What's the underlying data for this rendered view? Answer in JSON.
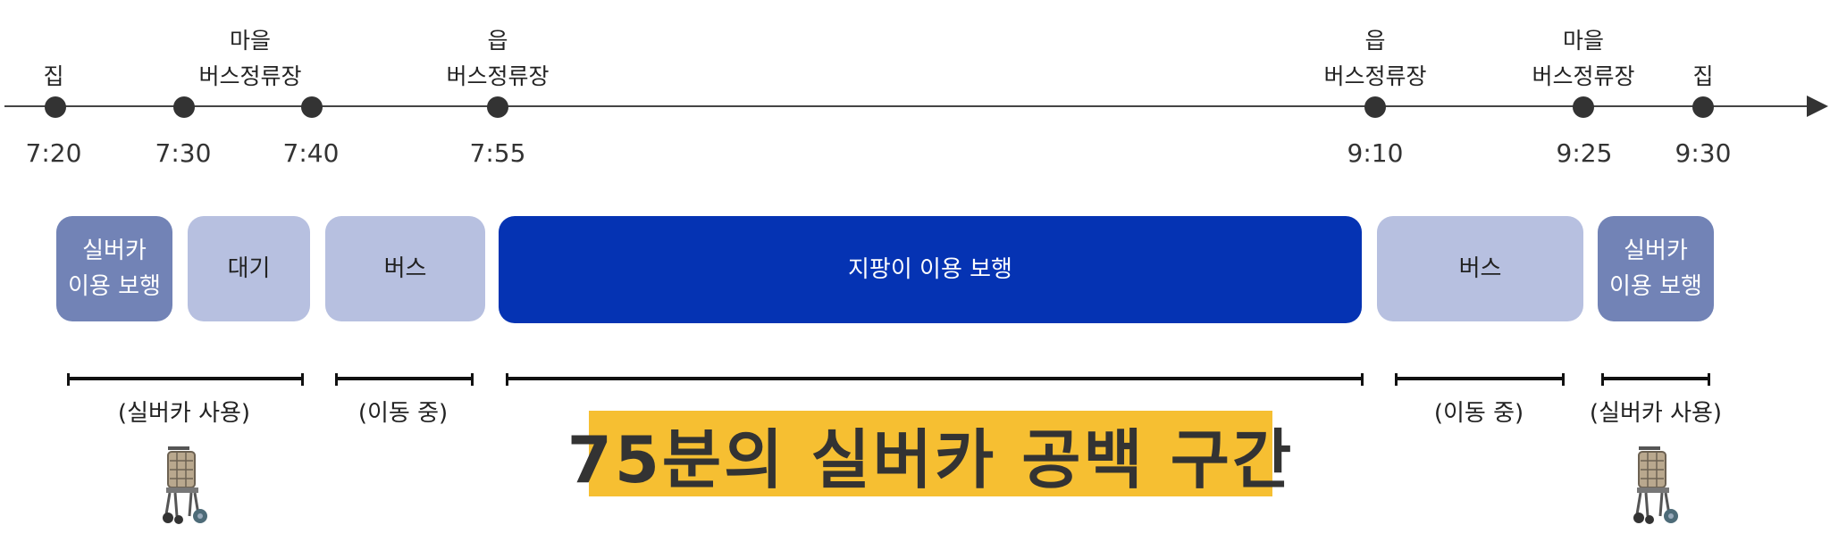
{
  "colors": {
    "silver_walk": "#7283b6",
    "wait": "#b7c0e0",
    "bus": "#b7c0e0",
    "cane_walk": "#0533b3",
    "highlight": "#f6bf32"
  },
  "timeline": {
    "stops": [
      {
        "label": "집",
        "time": "7:20"
      },
      {
        "label": "",
        "time": "7:30"
      },
      {
        "label": "마을\n버스정류장",
        "time": "7:40"
      },
      {
        "label": "읍\n버스정류장",
        "time": "7:55"
      },
      {
        "label": "읍\n버스정류장",
        "time": "9:10"
      },
      {
        "label": "마을\n버스정류장",
        "time": "9:25"
      },
      {
        "label": "집",
        "time": "9:30"
      }
    ]
  },
  "segments": [
    {
      "label": "실버카\n이용 보행",
      "kind": "silver_walk"
    },
    {
      "label": "대기",
      "kind": "wait"
    },
    {
      "label": "버스",
      "kind": "bus"
    },
    {
      "label": "지팡이 이용 보행",
      "kind": "cane_walk"
    },
    {
      "label": "버스",
      "kind": "bus"
    },
    {
      "label": "실버카\n이용 보행",
      "kind": "silver_walk"
    }
  ],
  "brackets": [
    {
      "label": "(실버카 사용)"
    },
    {
      "label": "(이동 중)"
    },
    {
      "label": ""
    },
    {
      "label": "(이동 중)"
    },
    {
      "label": "(실버카 사용)"
    }
  ],
  "highlight": {
    "text": "75분의 실버카 공백 구간"
  },
  "icons": [
    "walker-icon",
    "walker-icon"
  ]
}
